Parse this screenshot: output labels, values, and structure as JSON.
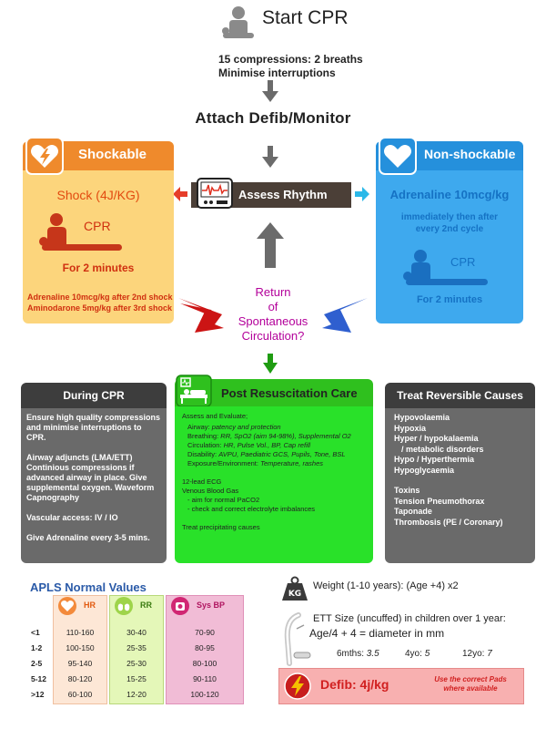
{
  "flow": {
    "start_title": "Start CPR",
    "cycle_line1": "15 compressions: 2 breaths",
    "cycle_line2": "Minimise interruptions",
    "attach_title": "Attach Defib/Monitor",
    "assess_label": "Assess Rhythm",
    "rosc_line1": "Return",
    "rosc_line2": "of",
    "rosc_line3": "Spontaneous",
    "rosc_line4": "Circulation?"
  },
  "shockable": {
    "title": "Shockable",
    "dose": "Shock (4J/KG)",
    "cpr_label": "CPR",
    "duration": "For 2 minutes",
    "drug_line1": "Adrenaline 10mcg/kg after 2nd shock",
    "drug_line2": "Aminodarone 5mg/kg after 3rd shock"
  },
  "nonshockable": {
    "title": "Non-shockable",
    "dose": "Adrenaline 10mcg/kg",
    "note_line1": "immediately then after",
    "note_line2": "every 2nd cycle",
    "cpr_label": "CPR",
    "duration": "For 2 minutes"
  },
  "during_cpr": {
    "title": "During CPR",
    "para1": "Ensure high quality compressions and minimise interruptions to CPR.",
    "para2": "Airway adjuncts (LMA/ETT) Continious compressions if advanced airway in place. Give supplemental oxygen. Waveform Capnography",
    "para3": "Vascular access: IV / IO",
    "para4": "Give Adrenaline every 3-5 mins."
  },
  "post_care": {
    "title": "Post Resuscitation Care",
    "assess_heading": "Assess and Evaluate;",
    "airway_label": "Airway:",
    "airway_value": "patency and protection",
    "breathing_label": "Breathing:",
    "breathing_value": "RR, SpO2 (aim 94-98%), Supplemental O2",
    "circulation_label": "Circulation:",
    "circulation_value": "HR, Pulse Vol., BP, Cap refill",
    "disability_label": "Disability:",
    "disability_value": "AVPU, Paediatric GCS, Pupils, Tone, BSL",
    "exposure_label": "Exposure/Environment:",
    "exposure_value": "Temperature, rashes",
    "ecg": "12-lead ECG",
    "vbg": "Venous Blood Gas",
    "vbg_item1": "- aim for normal PaCO2",
    "vbg_item2": "- check and correct electrolyte imbalances",
    "treat_causes": "Treat precipitating causes"
  },
  "reversible": {
    "title": "Treat Reversible Causes",
    "h_items": [
      "Hypovolaemia",
      "Hypoxia",
      "Hyper / hypokalaemia",
      "/ metabolic disorders",
      "Hypo / Hyperthermia",
      "Hypoglycaemia"
    ],
    "t_items": [
      "Toxins",
      "Tension Pneumothorax",
      "Taponade",
      "Thrombosis (PE / Coronary)"
    ]
  },
  "apls": {
    "title": "APLS Normal Values",
    "headers": {
      "hr": "HR",
      "rr": "RR",
      "bp": "Sys BP"
    },
    "rows": [
      {
        "age": "<1",
        "hr": "110-160",
        "rr": "30-40",
        "bp": "70-90"
      },
      {
        "age": "1-2",
        "hr": "100-150",
        "rr": "25-35",
        "bp": "80-95"
      },
      {
        "age": "2-5",
        "hr": "95-140",
        "rr": "25-30",
        "bp": "80-100"
      },
      {
        "age": "5-12",
        "hr": "80-120",
        "rr": "15-25",
        "bp": "90-110"
      },
      {
        "age": ">12",
        "hr": "60-100",
        "rr": "12-20",
        "bp": "100-120"
      }
    ]
  },
  "weight": {
    "icon_text": "KG",
    "text": "Weight (1-10 years): (Age +4) x2"
  },
  "ett": {
    "title": "ETT Size (uncuffed) in children over 1 year:",
    "formula": "Age/4 + 4 = diameter in mm",
    "s1_label": "6mths:",
    "s1_value": "3.5",
    "s2_label": "4yo:",
    "s2_value": "5",
    "s3_label": "12yo:",
    "s3_value": "7"
  },
  "defib": {
    "label": "Defib: 4j/kg",
    "note_line1": "Use the correct Pads",
    "note_line2": "where available"
  },
  "colors": {
    "shock_orange": "#ef8a2c",
    "shock_bg": "#fcd57c",
    "nonshock_blue": "#3ea9ee",
    "post_green": "#29e129",
    "dark_card": "#3d3d3d",
    "rosc_magenta": "#b3009a"
  }
}
